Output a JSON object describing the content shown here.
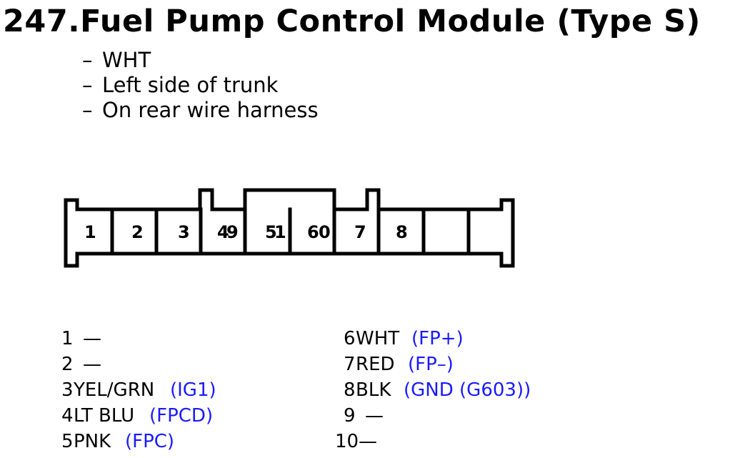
{
  "title": "247.Fuel Pump Control Module (Type S)",
  "notes": [
    "WHT",
    "Left side of trunk",
    "On rear wire harness"
  ],
  "note_prefix": "–",
  "connector_pins": [
    "1",
    "2",
    "3",
    "4",
    "9",
    "5",
    "1",
    "6",
    "0",
    "7",
    "8"
  ],
  "pin_list_left": [
    {
      "num": "1",
      "wire": "—",
      "signal": ""
    },
    {
      "num": "2",
      "wire": "—",
      "signal": ""
    },
    {
      "num": "3",
      "wire": "YEL/GRN",
      "signal": "(IG1)"
    },
    {
      "num": "4",
      "wire": "LT BLU",
      "signal": "(FPCD)"
    },
    {
      "num": "5",
      "wire": "PNK",
      "signal": "(FPC)"
    }
  ],
  "pin_list_right": [
    {
      "num": "6",
      "wire": "WHT",
      "signal": "(FP+)"
    },
    {
      "num": "7",
      "wire": "RED",
      "signal": "(FP–)"
    },
    {
      "num": "8",
      "wire": "BLK",
      "signal": "(GND (G603))"
    },
    {
      "num": "9",
      "wire": "—",
      "signal": ""
    },
    {
      "num": "10",
      "wire": "—",
      "signal": ""
    }
  ],
  "colors": {
    "signal": "#1a1aff",
    "line": "#000000"
  }
}
